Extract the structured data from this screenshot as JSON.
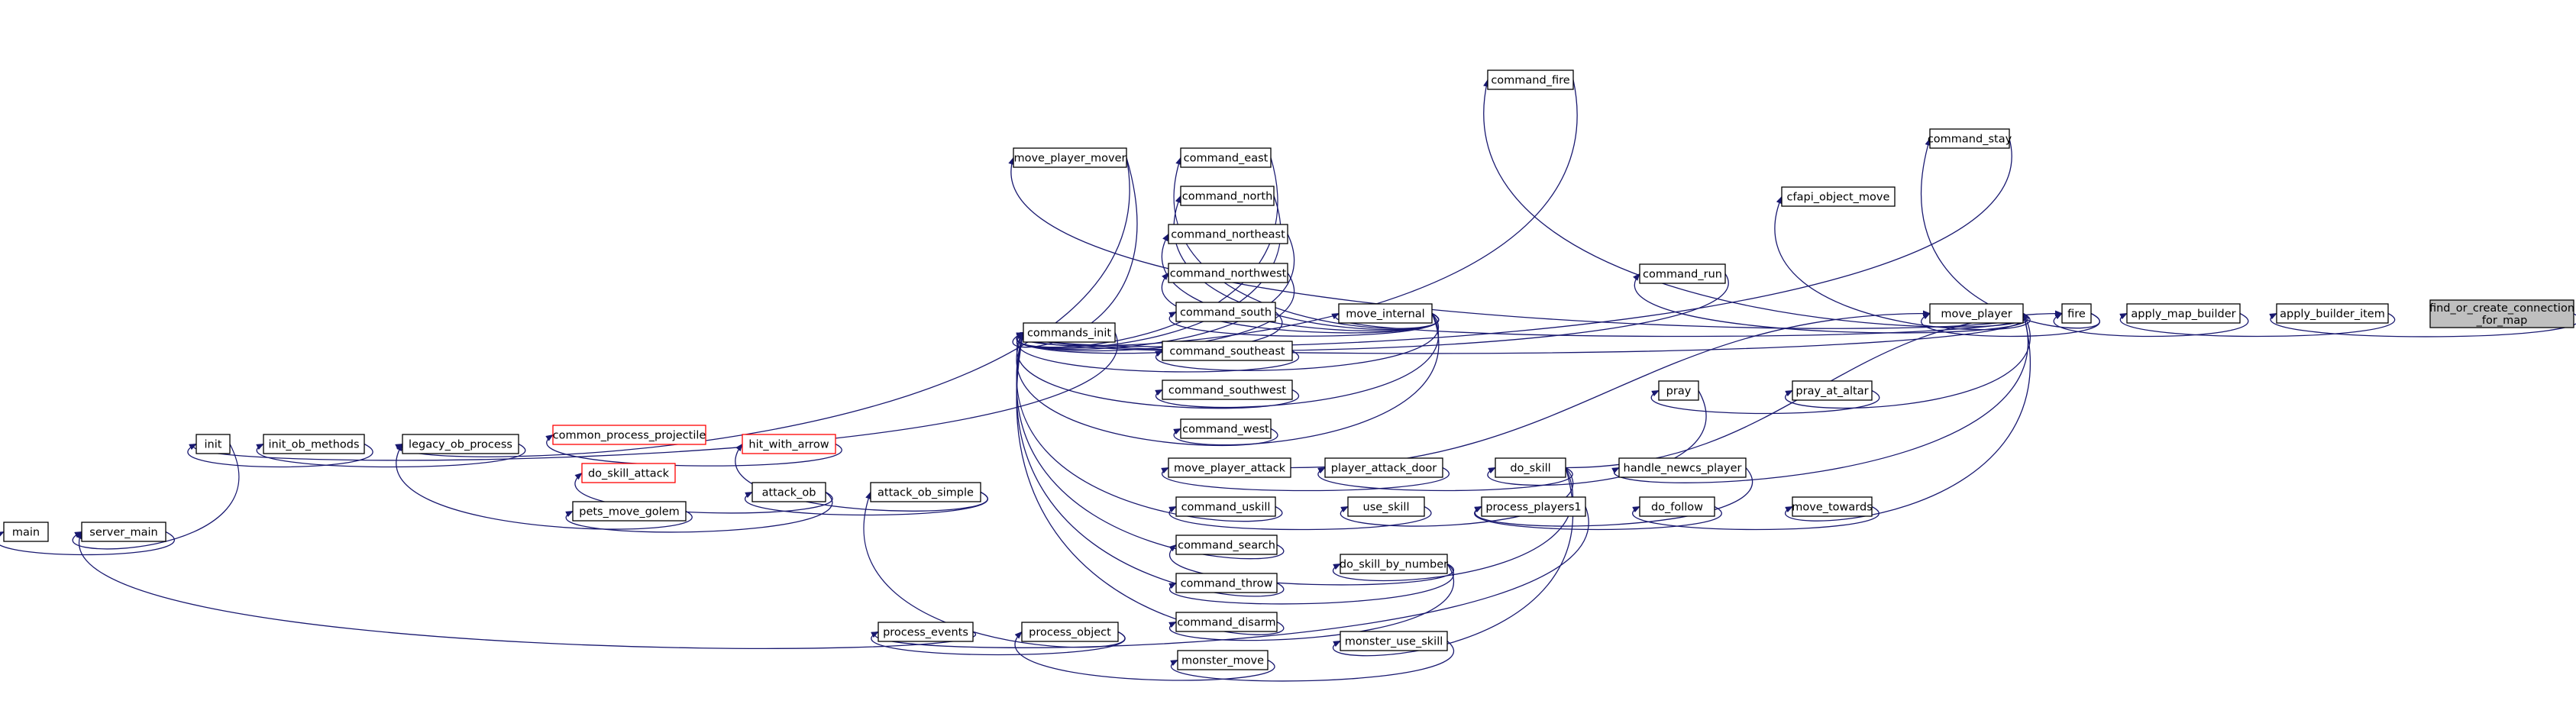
{
  "graph": {
    "colors": {
      "edge": "#191970",
      "node_border": "#000000",
      "truncated_border": "#ff0000",
      "root_fill": "#bfbfbf"
    },
    "nodes": [
      {
        "id": "root",
        "label": "find_or_create_connection\n_for_map",
        "kind": "root"
      },
      {
        "id": "apply_builder_item",
        "label": "apply_builder_item"
      },
      {
        "id": "apply_map_builder",
        "label": "apply_map_builder"
      },
      {
        "id": "fire",
        "label": "fire"
      },
      {
        "id": "command_stay",
        "label": "command_stay"
      },
      {
        "id": "move_player",
        "label": "move_player"
      },
      {
        "id": "cfapi_object_move",
        "label": "cfapi_object_move"
      },
      {
        "id": "command_run",
        "label": "command_run"
      },
      {
        "id": "pray_at_altar",
        "label": "pray_at_altar"
      },
      {
        "id": "handle_newcs_player",
        "label": "handle_newcs_player"
      },
      {
        "id": "move_towards",
        "label": "move_towards"
      },
      {
        "id": "move_internal",
        "label": "move_internal"
      },
      {
        "id": "command_fire",
        "label": "command_fire"
      },
      {
        "id": "move_player_mover",
        "label": "move_player_mover"
      },
      {
        "id": "command_east",
        "label": "command_east"
      },
      {
        "id": "command_north",
        "label": "command_north"
      },
      {
        "id": "command_northeast",
        "label": "command_northeast"
      },
      {
        "id": "command_northwest",
        "label": "command_northwest"
      },
      {
        "id": "command_south",
        "label": "command_south"
      },
      {
        "id": "command_southeast",
        "label": "command_southeast"
      },
      {
        "id": "command_southwest",
        "label": "command_southwest"
      },
      {
        "id": "command_west",
        "label": "command_west"
      },
      {
        "id": "commands_init",
        "label": "commands_init"
      },
      {
        "id": "pray",
        "label": "pray"
      },
      {
        "id": "do_skill",
        "label": "do_skill"
      },
      {
        "id": "player_attack_door",
        "label": "player_attack_door"
      },
      {
        "id": "move_player_attack",
        "label": "move_player_attack"
      },
      {
        "id": "use_skill",
        "label": "use_skill"
      },
      {
        "id": "command_uskill",
        "label": "command_uskill"
      },
      {
        "id": "do_skill_by_number",
        "label": "do_skill_by_number"
      },
      {
        "id": "command_search",
        "label": "command_search"
      },
      {
        "id": "command_throw",
        "label": "command_throw"
      },
      {
        "id": "command_disarm",
        "label": "command_disarm"
      },
      {
        "id": "monster_use_skill",
        "label": "monster_use_skill"
      },
      {
        "id": "monster_move",
        "label": "monster_move"
      },
      {
        "id": "process_object",
        "label": "process_object"
      },
      {
        "id": "process_events",
        "label": "process_events"
      },
      {
        "id": "process_players1",
        "label": "process_players1"
      },
      {
        "id": "do_follow",
        "label": "do_follow"
      },
      {
        "id": "attack_ob_simple",
        "label": "attack_ob_simple"
      },
      {
        "id": "attack_ob",
        "label": "attack_ob"
      },
      {
        "id": "hit_with_arrow",
        "label": "hit_with_arrow",
        "kind": "red"
      },
      {
        "id": "common_process_projectile",
        "label": "common_process_projectile",
        "kind": "red"
      },
      {
        "id": "do_skill_attack",
        "label": "do_skill_attack",
        "kind": "red"
      },
      {
        "id": "pets_move_golem",
        "label": "pets_move_golem"
      },
      {
        "id": "legacy_ob_process",
        "label": "legacy_ob_process"
      },
      {
        "id": "init_ob_methods",
        "label": "init_ob_methods"
      },
      {
        "id": "init",
        "label": "init"
      },
      {
        "id": "server_main",
        "label": "server_main"
      },
      {
        "id": "main",
        "label": "main"
      }
    ],
    "edges": [
      [
        "apply_builder_item",
        "root"
      ],
      [
        "apply_map_builder",
        "apply_builder_item"
      ],
      [
        "fire",
        "apply_map_builder"
      ],
      [
        "command_stay",
        "fire"
      ],
      [
        "move_player",
        "fire"
      ],
      [
        "commands_init",
        "command_stay"
      ],
      [
        "cfapi_object_move",
        "move_player"
      ],
      [
        "command_run",
        "move_player"
      ],
      [
        "pray_at_altar",
        "move_player"
      ],
      [
        "handle_newcs_player",
        "move_player"
      ],
      [
        "move_towards",
        "move_player"
      ],
      [
        "move_internal",
        "move_player"
      ],
      [
        "command_fire",
        "move_player"
      ],
      [
        "move_player_mover",
        "move_player"
      ],
      [
        "commands_init",
        "move_player"
      ],
      [
        "fire",
        "do_skill"
      ],
      [
        "move_player",
        "move_player_attack"
      ],
      [
        "commands_init",
        "command_fire"
      ],
      [
        "commands_init",
        "command_run"
      ],
      [
        "commands_init",
        "move_player_mover"
      ],
      [
        "legacy_ob_process",
        "move_player_mover"
      ],
      [
        "command_east",
        "move_internal"
      ],
      [
        "command_north",
        "move_internal"
      ],
      [
        "command_northeast",
        "move_internal"
      ],
      [
        "command_northwest",
        "move_internal"
      ],
      [
        "command_south",
        "move_internal"
      ],
      [
        "command_southeast",
        "move_internal"
      ],
      [
        "command_southwest",
        "move_internal"
      ],
      [
        "command_west",
        "move_internal"
      ],
      [
        "commands_init",
        "command_east"
      ],
      [
        "commands_init",
        "command_north"
      ],
      [
        "commands_init",
        "command_northeast"
      ],
      [
        "commands_init",
        "command_northwest"
      ],
      [
        "commands_init",
        "command_south"
      ],
      [
        "commands_init",
        "command_southeast"
      ],
      [
        "commands_init",
        "command_southwest"
      ],
      [
        "commands_init",
        "command_west"
      ],
      [
        "commands_init",
        "command_uskill"
      ],
      [
        "commands_init",
        "command_search"
      ],
      [
        "commands_init",
        "command_throw"
      ],
      [
        "commands_init",
        "command_disarm"
      ],
      [
        "init",
        "commands_init"
      ],
      [
        "pray",
        "pray_at_altar"
      ],
      [
        "do_skill",
        "pray"
      ],
      [
        "player_attack_door",
        "do_skill"
      ],
      [
        "use_skill",
        "do_skill"
      ],
      [
        "do_skill_by_number",
        "do_skill"
      ],
      [
        "monster_use_skill",
        "do_skill"
      ],
      [
        "move_player_attack",
        "player_attack_door"
      ],
      [
        "command_uskill",
        "use_skill"
      ],
      [
        "command_search",
        "do_skill_by_number"
      ],
      [
        "command_throw",
        "do_skill_by_number"
      ],
      [
        "command_disarm",
        "do_skill_by_number"
      ],
      [
        "monster_move",
        "monster_use_skill"
      ],
      [
        "process_object",
        "monster_move"
      ],
      [
        "attack_ob_simple",
        "process_object"
      ],
      [
        "process_events",
        "process_object"
      ],
      [
        "process_events",
        "process_players1"
      ],
      [
        "process_players1",
        "handle_newcs_player"
      ],
      [
        "process_players1",
        "do_follow"
      ],
      [
        "do_follow",
        "move_towards"
      ],
      [
        "server_main",
        "process_events"
      ],
      [
        "hit_with_arrow",
        "attack_ob_simple"
      ],
      [
        "attack_ob",
        "attack_ob_simple"
      ],
      [
        "common_process_projectile",
        "hit_with_arrow"
      ],
      [
        "do_skill_attack",
        "attack_ob"
      ],
      [
        "pets_move_golem",
        "attack_ob"
      ],
      [
        "legacy_ob_process",
        "pets_move_golem"
      ],
      [
        "init_ob_methods",
        "legacy_ob_process"
      ],
      [
        "init",
        "init_ob_methods"
      ],
      [
        "server_main",
        "init"
      ],
      [
        "main",
        "server_main"
      ]
    ]
  }
}
